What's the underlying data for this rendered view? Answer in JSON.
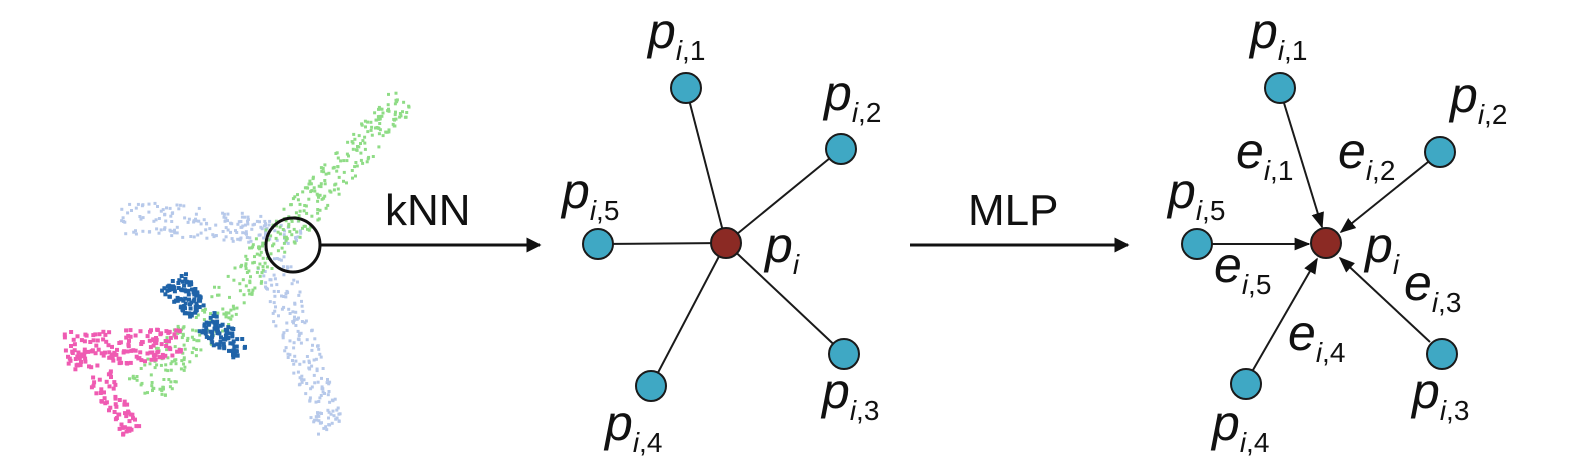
{
  "colors": {
    "neighbor_fill": "#3fa8c4",
    "center_fill": "#8b2a24",
    "pc_fuselage": "#8fdc86",
    "pc_wing": "#b7c9ea",
    "pc_engine": "#1f63a8",
    "pc_tail": "#ef5bb2"
  },
  "arrows": {
    "knn_label": "kNN",
    "mlp_label": "MLP"
  },
  "graph1": {
    "center": {
      "base": "p",
      "sub": "i"
    },
    "neighbors": [
      {
        "base": "p",
        "sub_i": "i",
        "sub_n": ",1"
      },
      {
        "base": "p",
        "sub_i": "i",
        "sub_n": ",2"
      },
      {
        "base": "p",
        "sub_i": "i",
        "sub_n": ",3"
      },
      {
        "base": "p",
        "sub_i": "i",
        "sub_n": ",4"
      },
      {
        "base": "p",
        "sub_i": "i",
        "sub_n": ",5"
      }
    ]
  },
  "graph2": {
    "center": {
      "base": "p",
      "sub": "i"
    },
    "neighbors": [
      {
        "base": "p",
        "sub_i": "i",
        "sub_n": ",1"
      },
      {
        "base": "p",
        "sub_i": "i",
        "sub_n": ",2"
      },
      {
        "base": "p",
        "sub_i": "i",
        "sub_n": ",3"
      },
      {
        "base": "p",
        "sub_i": "i",
        "sub_n": ",4"
      },
      {
        "base": "p",
        "sub_i": "i",
        "sub_n": ",5"
      }
    ],
    "edges": [
      {
        "base": "e",
        "sub_i": "i",
        "sub_n": ",1"
      },
      {
        "base": "e",
        "sub_i": "i",
        "sub_n": ",2"
      },
      {
        "base": "e",
        "sub_i": "i",
        "sub_n": ",3"
      },
      {
        "base": "e",
        "sub_i": "i",
        "sub_n": ",4"
      },
      {
        "base": "e",
        "sub_i": "i",
        "sub_n": ",5"
      }
    ]
  }
}
